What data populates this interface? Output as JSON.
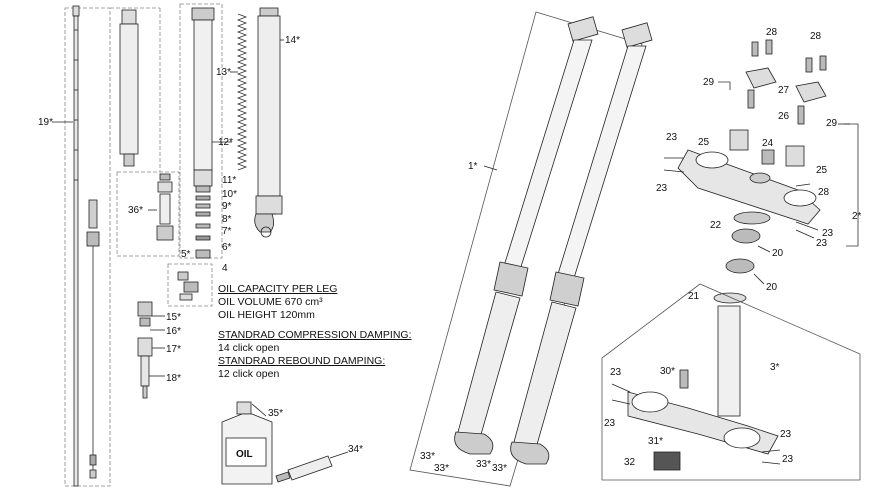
{
  "notes": {
    "oil_capacity_heading": "OIL CAPACITY PER LEG",
    "oil_volume": "OIL VOLUME 670 cm³",
    "oil_height": "OIL HEIGHT 120mm",
    "compression_heading": "STANDRAD COMPRESSION DAMPING:",
    "compression_value": "14 click open",
    "rebound_heading": "STANDRAD REBOUND DAMPING:",
    "rebound_value": "12 click open"
  },
  "oil_bottle_text": "OIL",
  "parts": {
    "p19": "19*",
    "p13": "13*",
    "p14": "14*",
    "p12": "12*",
    "p11": "11*",
    "p10": "10*",
    "p9": "9*",
    "p8": "8*",
    "p7": "7*",
    "p6": "6*",
    "p5": "5*",
    "p4": "4",
    "p36": "36*",
    "p15": "15*",
    "p16": "16*",
    "p17": "17*",
    "p18": "18*",
    "p35": "35*",
    "p34": "34*",
    "p1": "1*",
    "p33a": "33*",
    "p33b": "33*",
    "p33c": "33*",
    "p33d": "33*",
    "p28a": "28",
    "p28b": "28",
    "p29a": "29",
    "p29b": "29",
    "p27": "27",
    "p26": "26",
    "p23a": "23",
    "p23b": "23",
    "p25a": "25",
    "p25b": "25",
    "p24": "24",
    "p28c": "28",
    "p2": "2*",
    "p22": "22",
    "p23c": "23",
    "p23d": "23",
    "p20a": "20",
    "p20b": "20",
    "p21": "21",
    "p3": "3*",
    "p30": "30*",
    "p23e": "23",
    "p23f": "23",
    "p31": "31*",
    "p32": "32",
    "p23g": "23",
    "p23h": "23"
  }
}
